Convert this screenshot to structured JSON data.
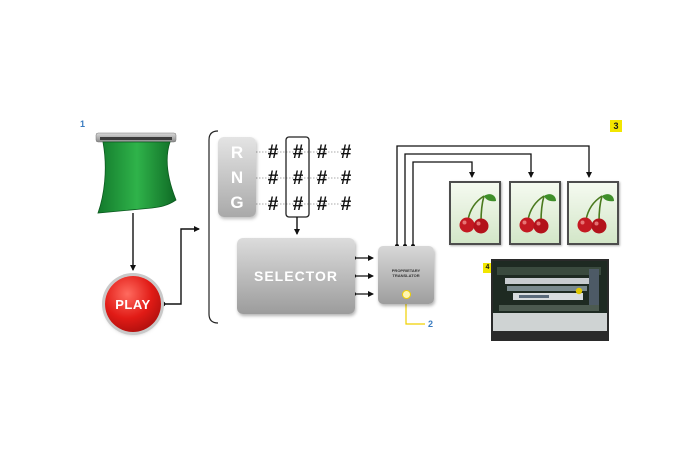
{
  "step_markers": {
    "one": "1",
    "two": "2",
    "three": "3",
    "four": "4"
  },
  "play_button": {
    "label": "PLAY"
  },
  "rng": {
    "letters": [
      "R",
      "N",
      "G"
    ]
  },
  "number_grid": {
    "symbol": "#"
  },
  "selector": {
    "label": "SELECTOR"
  },
  "translator": {
    "label": "PROPRIETARY TRANSLATOR"
  },
  "reels": {
    "symbol": "cherry-icon",
    "count": 3
  },
  "colors": {
    "bill": "#1f9a3a",
    "play": "#e11b16",
    "marker_blue": "#3a7cc0",
    "marker_yellow": "#f2e600",
    "box_gray": "#b4b4b4"
  }
}
